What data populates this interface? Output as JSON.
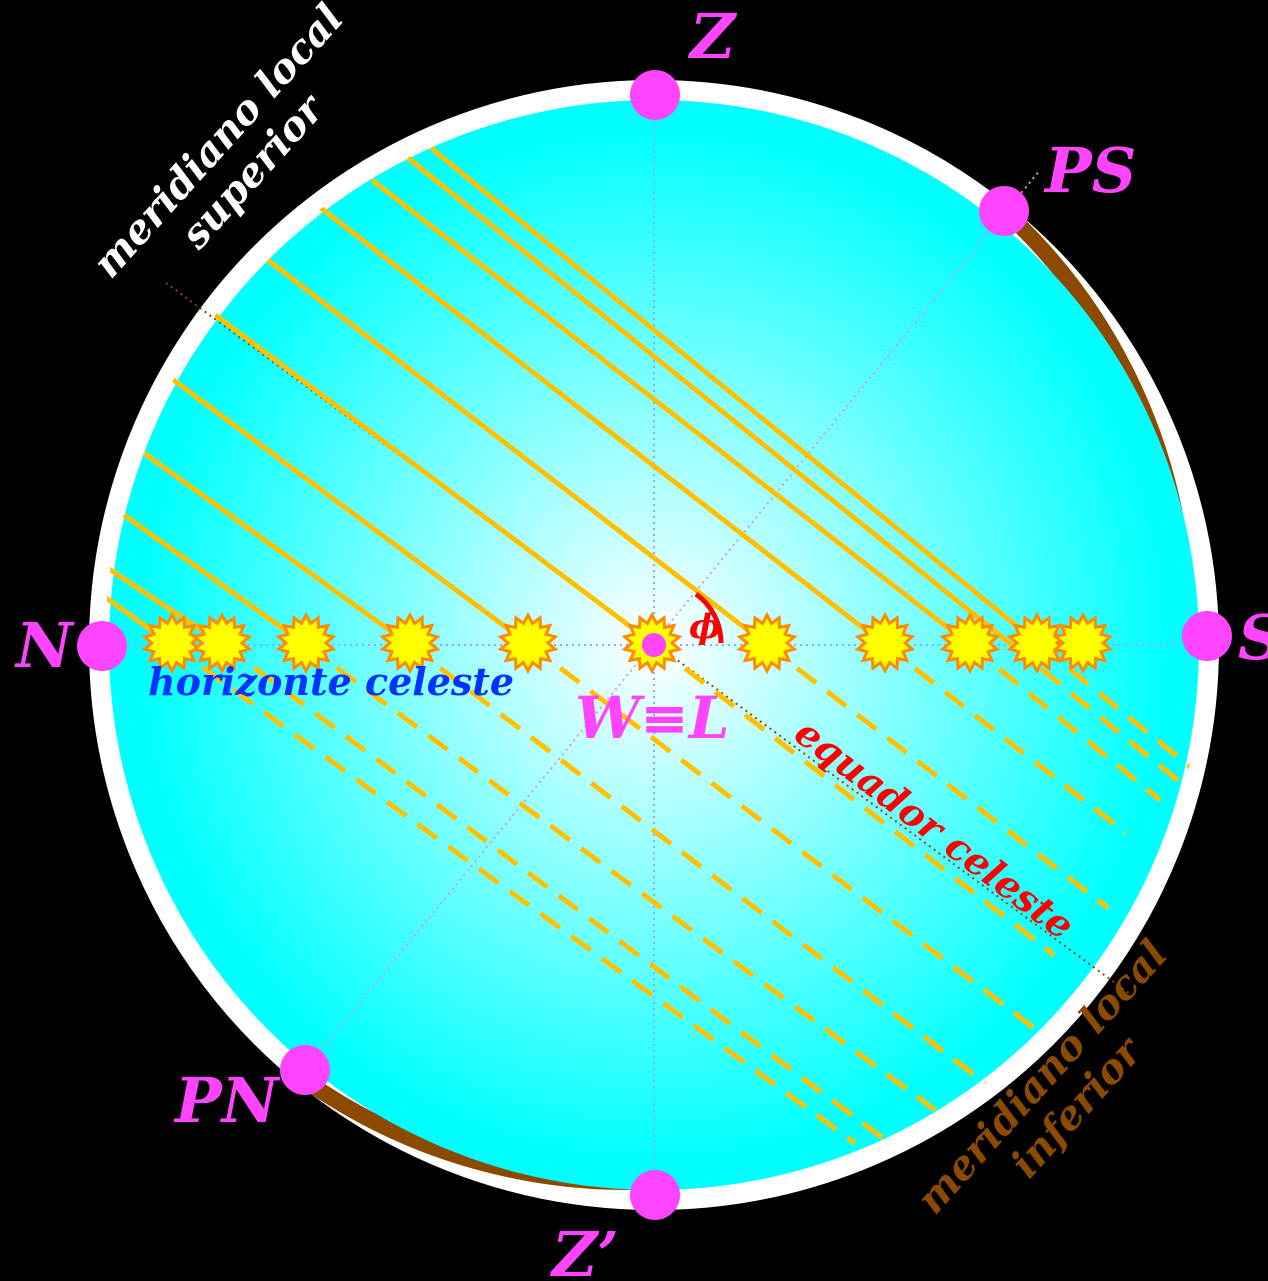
{
  "labels": {
    "zenith": "Z",
    "nadir": "Z’",
    "north": "N",
    "south": "S",
    "south_pole": "PS",
    "north_pole": "PN",
    "center": "W≡L",
    "phi": "ϕ",
    "horizon": "horizonte celeste",
    "equator": "equador celeste",
    "upper_meridian_line1": "meridiano local",
    "upper_meridian_line2": "superior",
    "lower_meridian_line1": "meridiano local",
    "lower_meridian_line2": "inferior"
  },
  "colors": {
    "background": "#000000",
    "sphere_center": "#ffffff",
    "sphere_edge": "#00ffff",
    "upper_rim": "#ffffff",
    "lower_rim": "#8b4a00",
    "point_marker": "#ff44ff",
    "label_magenta": "#ff44ff",
    "diurnal_arc": "#ffc000",
    "sun_fill": "#ffff00",
    "sun_stroke": "#ff8c00",
    "horizon_label": "#0033ff",
    "equator_label": "#ff0000",
    "upper_meridian_label": "#ffffff",
    "lower_meridian_label": "#8b4a00"
  },
  "icons": {
    "marker": "pink-dot",
    "sun": "sun-burst-icon",
    "angle": "red-arc-icon"
  }
}
